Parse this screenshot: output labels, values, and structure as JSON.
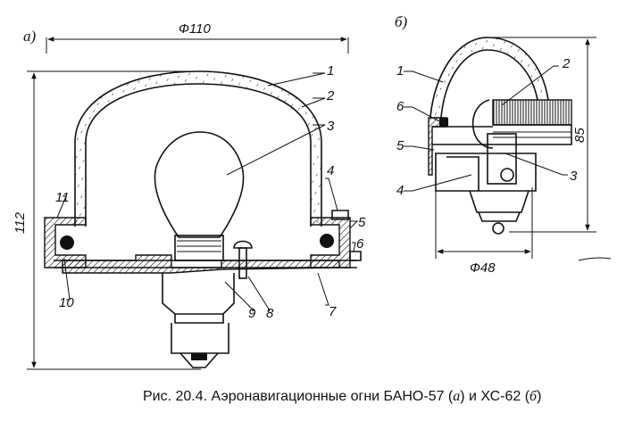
{
  "subfigures": {
    "a": {
      "tag": "а)"
    },
    "b": {
      "tag": "б)"
    }
  },
  "dimensions": {
    "a_width": "Ф110",
    "a_height": "112",
    "b_width": "Ф48",
    "b_height": "85"
  },
  "callouts_a": [
    "1",
    "2",
    "3",
    "4",
    "5",
    "6",
    "7",
    "8",
    "9",
    "10",
    "11"
  ],
  "callouts_b": [
    "1",
    "2",
    "6",
    "5",
    "3",
    "4"
  ],
  "caption": {
    "prefix": "Рис. 20.4. Аэронавигационные огни БАНО-57 (",
    "a": "а",
    "middle": ") и ХС-62 (",
    "b": "б",
    "suffix": ")"
  }
}
